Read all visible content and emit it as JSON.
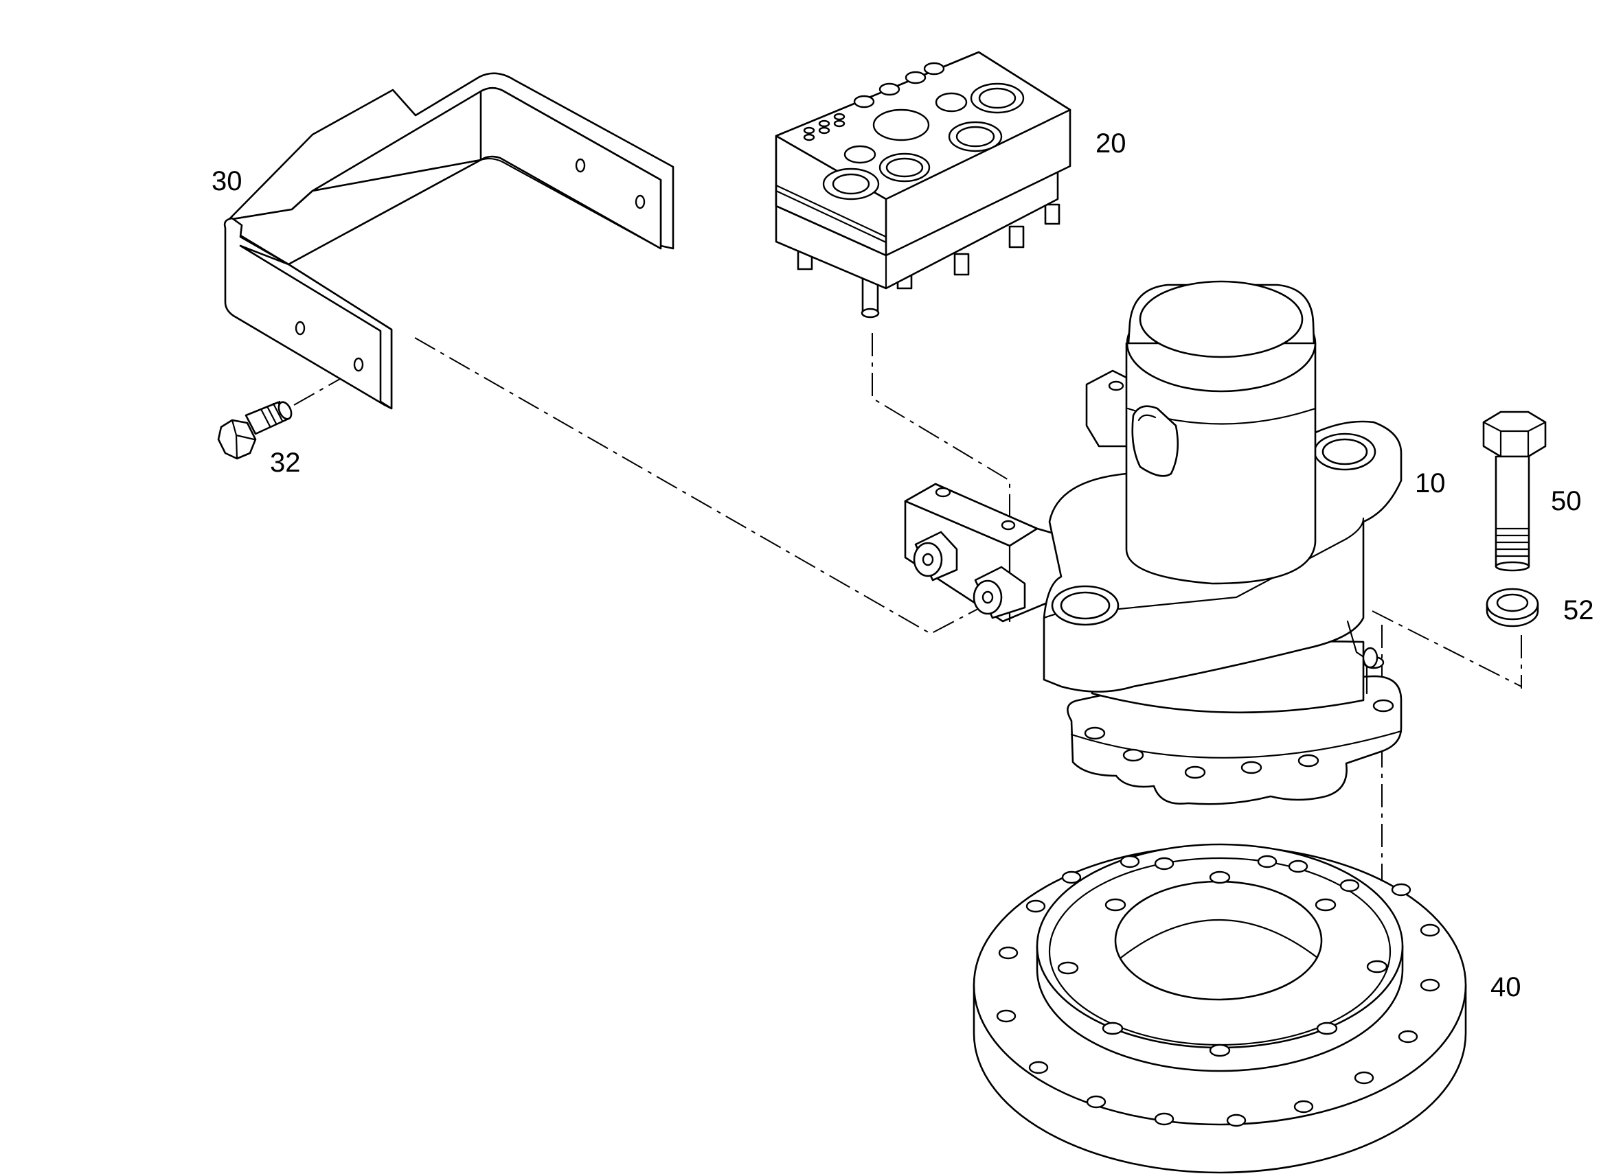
{
  "callouts": {
    "c10": "10",
    "c20": "20",
    "c30": "30",
    "c32": "32",
    "c40": "40",
    "c50": "50",
    "c52": "52"
  },
  "colors": {
    "line": "#000000",
    "background": "#ffffff"
  }
}
